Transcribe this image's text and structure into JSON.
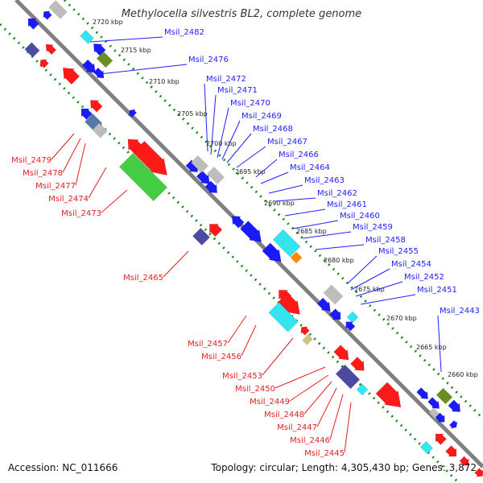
{
  "title": "Methylocella silvestris BL2, complete genome",
  "accession": "Accession: NC_011666",
  "stats": "Topology: circular; Length: 4,305,430 bp; Genes: 3,872",
  "colors": {
    "backbone": "#808080",
    "tick": "#1f8a1f",
    "forward_label": "#2020ff",
    "reverse_label": "#e02020",
    "red": "#ff1a1a",
    "blue": "#1a1aff",
    "grey": "#bdbdbd",
    "cyan": "#33e5ee",
    "green": "#44cc44",
    "olive": "#6b8e23",
    "slate": "#4a4aa0",
    "steel": "#5577aa",
    "orange": "#ff8c00",
    "khaki": "#cfc67a"
  },
  "scale": {
    "unit": "kbp",
    "ticks": [
      "2720 kbp",
      "2715 kbp",
      "2710 kbp",
      "2705 kbp",
      "2700 kbp",
      "2695 kbp",
      "2690 kbp",
      "2685 kbp",
      "2680 kbp",
      "2675 kbp",
      "2670 kbp",
      "2665 kbp",
      "2660 kbp"
    ]
  },
  "forward_labels": [
    "Msil_2482",
    "Msil_2476",
    "Msil_2472",
    "Msil_2471",
    "Msil_2470",
    "Msil_2469",
    "Msil_2468",
    "Msil_2467",
    "Msil_2466",
    "Msil_2464",
    "Msil_2463",
    "Msil_2462",
    "Msil_2461",
    "Msil_2460",
    "Msil_2459",
    "Msil_2458",
    "Msil_2455",
    "Msil_2454",
    "Msil_2452",
    "Msil_2451",
    "Msil_2443"
  ],
  "reverse_labels": [
    "Msil_2479",
    "Msil_2478",
    "Msil_2477",
    "Msil_2474",
    "Msil_2473",
    "Msil_2465",
    "Msil_2457",
    "Msil_2456",
    "Msil_2453",
    "Msil_2450",
    "Msil_2449",
    "Msil_2448",
    "Msil_2447",
    "Msil_2446",
    "Msil_2445"
  ]
}
